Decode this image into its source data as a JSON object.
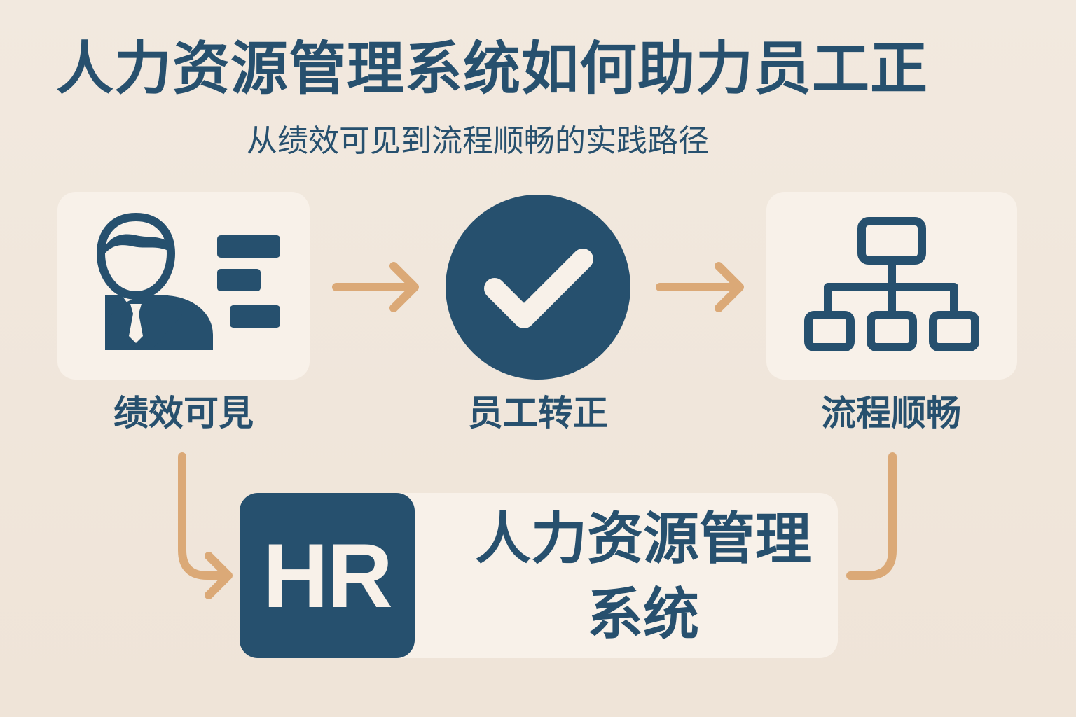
{
  "header": {
    "title": "人力资源管理系统如何助力员工正",
    "subtitle": "从绩效可见到流程顺畅的实践路径"
  },
  "nodes": [
    {
      "label": "绩效可見",
      "icon": "person-profile-icon"
    },
    {
      "label": "员工转正",
      "icon": "check-circle-icon"
    },
    {
      "label": "流程顺畅",
      "icon": "org-chart-icon"
    }
  ],
  "hr_system": {
    "badge": "HR",
    "label": "人力资源管理\n系统"
  },
  "colors": {
    "background": "#f2e9df",
    "card": "#f8f1e9",
    "primary": "#26506e",
    "arrow": "#dba977"
  }
}
